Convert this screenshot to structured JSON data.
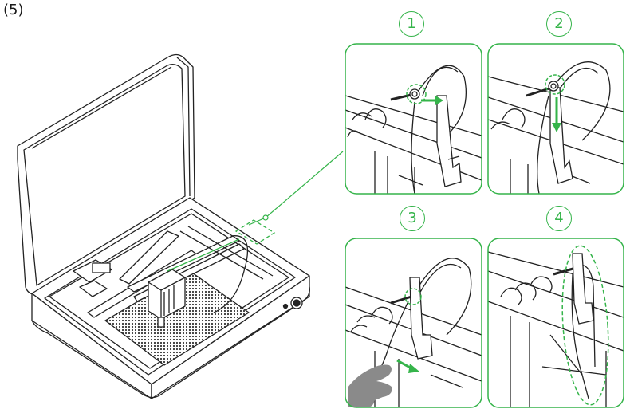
{
  "step_label": "(5)",
  "panels": [
    {
      "number": "1"
    },
    {
      "number": "2"
    },
    {
      "number": "3"
    },
    {
      "number": "4"
    }
  ],
  "colors": {
    "accent": "#35b44a",
    "line": "#222222",
    "hand": "#8a8a8a"
  }
}
